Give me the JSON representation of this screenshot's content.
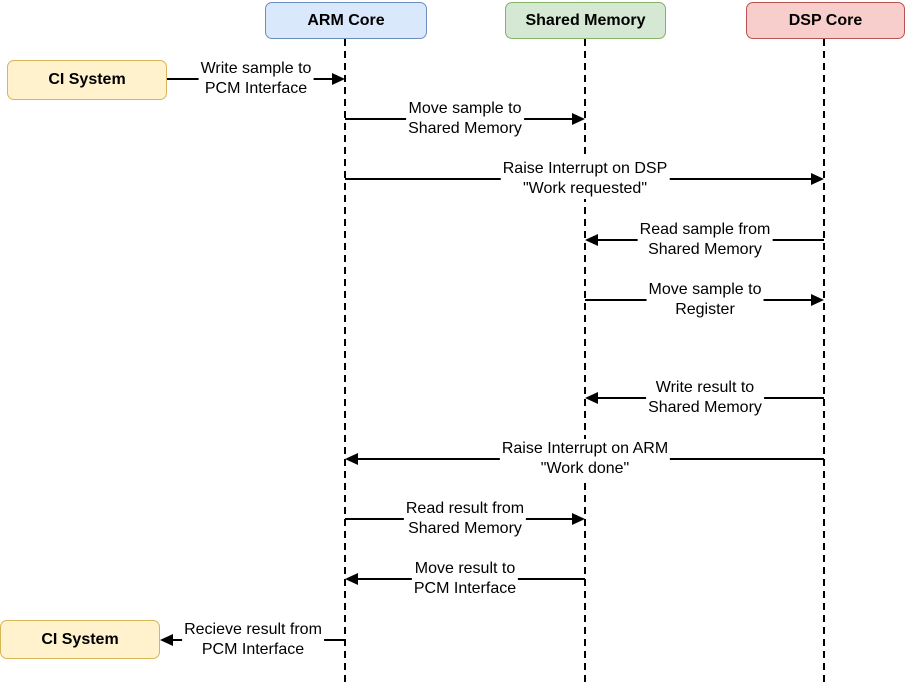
{
  "diagram_type": "sequence-diagram",
  "actors": {
    "ci_system_top": {
      "label": "CI System"
    },
    "arm_core": {
      "label": "ARM Core"
    },
    "shared_memory": {
      "label": "Shared Memory"
    },
    "dsp_core": {
      "label": "DSP Core"
    },
    "ci_system_bottom": {
      "label": "CI System"
    }
  },
  "colors": {
    "ci_fill": "#fff2cc",
    "ci_border": "#d6b656",
    "arm_fill": "#dae8fc",
    "arm_border": "#6c8ebf",
    "shared_fill": "#d5e8d4",
    "shared_border": "#82b366",
    "dsp_fill": "#f8cecc",
    "dsp_border": "#b85450",
    "line_color": "#000000",
    "background": "#ffffff"
  },
  "messages": [
    {
      "label": "Write sample to\nPCM Interface",
      "from": "CI System",
      "to": "ARM Core"
    },
    {
      "label": "Move sample to\nShared Memory",
      "from": "ARM Core",
      "to": "Shared Memory"
    },
    {
      "label": "Raise Interrupt on DSP\n\"Work requested\"",
      "from": "ARM Core",
      "to": "DSP Core"
    },
    {
      "label": "Read sample from\nShared Memory",
      "from": "DSP Core",
      "to": "Shared Memory"
    },
    {
      "label": "Move sample to\nRegister",
      "from": "Shared Memory",
      "to": "DSP Core"
    },
    {
      "label": "Write result to\nShared Memory",
      "from": "DSP Core",
      "to": "Shared Memory"
    },
    {
      "label": "Raise Interrupt on ARM\n\"Work done\"",
      "from": "DSP Core",
      "to": "ARM Core"
    },
    {
      "label": "Read result from\nShared Memory",
      "from": "ARM Core",
      "to": "Shared Memory"
    },
    {
      "label": "Move result to\nPCM Interface",
      "from": "Shared Memory",
      "to": "ARM Core"
    },
    {
      "label": "Recieve result from\nPCM Interface",
      "from": "ARM Core",
      "to": "CI System"
    }
  ]
}
